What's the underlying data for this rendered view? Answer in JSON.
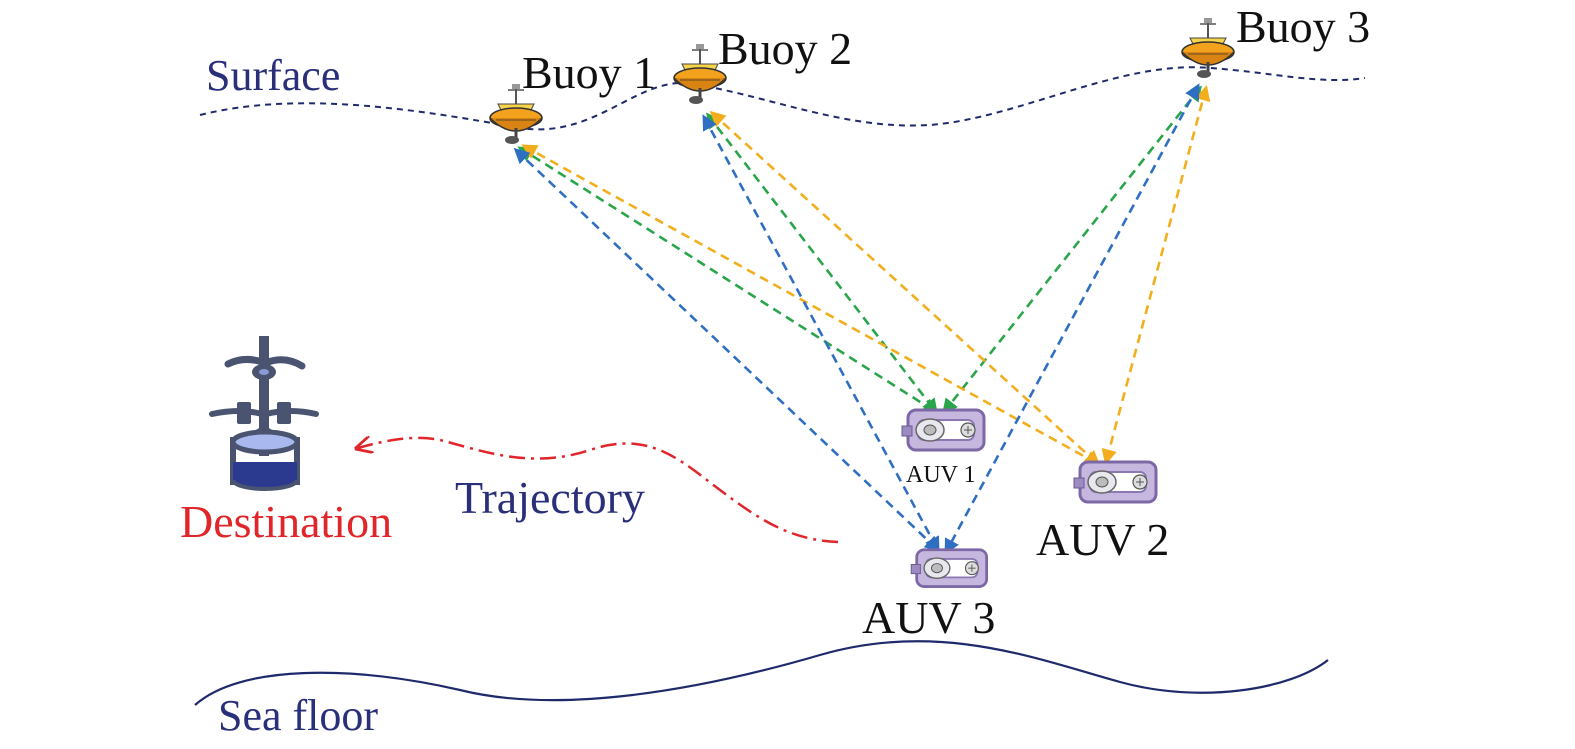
{
  "labels": {
    "surface": "Surface",
    "sea_floor": "Sea floor",
    "destination": "Destination",
    "trajectory": "Trajectory",
    "buoy1": "Buoy 1",
    "buoy2": "Buoy 2",
    "buoy3": "Buoy 3",
    "auv1": "AUV 1",
    "auv2": "AUV 2",
    "auv3": "AUV 3"
  },
  "colors": {
    "surface_line": "#1f2a6b",
    "sea_floor_line": "#1f2a6b",
    "label_navy": "#2a2f7a",
    "label_black": "#111111",
    "destination_red": "#e0262b",
    "trajectory_red": "#e0262b",
    "link_green": "#2aa54a",
    "link_blue": "#2f6fc2",
    "link_orange": "#f2ae1c",
    "auv_body": "#a894c8",
    "buoy_body": "#f2a21d"
  }
}
